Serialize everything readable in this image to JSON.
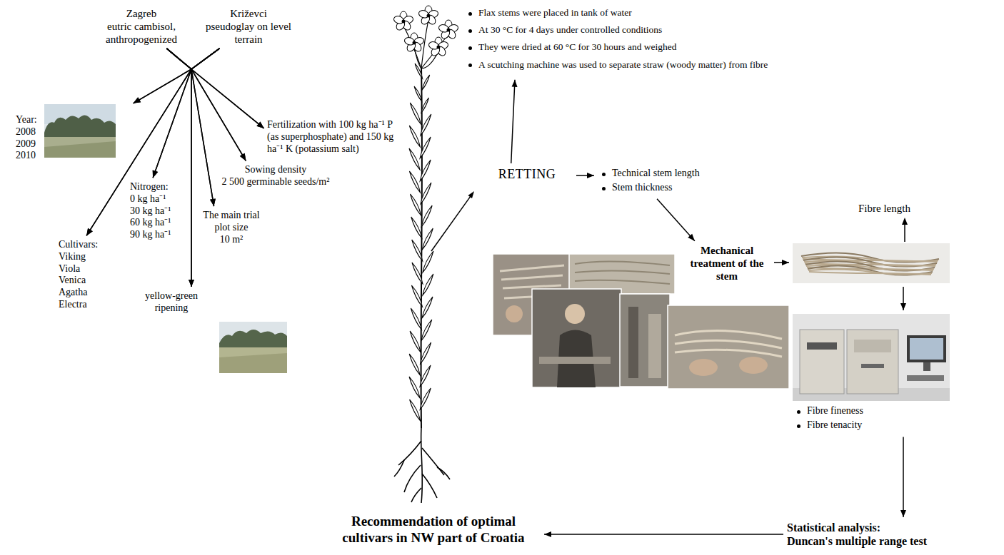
{
  "diagram": {
    "nodes": [
      {
        "text": [
          "Zagreb",
          "eutric cambisol, anthropogenized"
        ]
      },
      {
        "text": [
          "Križevci",
          "pseudoglay on level terrain"
        ]
      },
      {
        "text": [
          "Year:",
          "2008 2009 2010"
        ]
      },
      {
        "text": [
          "Cultivars:",
          "Viking Viola Venica Agatha Electra"
        ]
      },
      {
        "text": [
          "Nitrogen:",
          "0 kg ha⁻¹ 30 kg ha⁻¹ 60 kg ha⁻¹ 90 kg ha⁻¹"
        ]
      },
      {
        "text": [
          "yellow-green ripening"
        ]
      },
      {
        "text": [
          "The main trial plot size",
          "10 m²"
        ]
      },
      {
        "text": [
          "Sowing density",
          "2 500 germinable seeds/m²"
        ]
      },
      {
        "text": [
          "Fertilization with 100 kg ha⁻¹ P (as superphosphate) and 150 kg ha⁻¹ K (potassium salt)"
        ]
      },
      {
        "text": [
          "RETTING"
        ]
      },
      {
        "text": [
          "Flax stems were placed in tank of water",
          "At 30 °C for 4 days under controlled conditions",
          "They were dried at 60 °C for 30 hours and weighed",
          "A scutching machine was used to separate straw (woody matter) from fibre"
        ]
      },
      {
        "text": [
          "Technical stem length",
          "Stem thickness"
        ]
      },
      {
        "text": [
          "Mechanical treatment of the stem"
        ]
      },
      {
        "text": [
          "Fibre length"
        ]
      },
      {
        "text": [
          "Fibre fineness",
          "Fibre tenacity"
        ]
      },
      {
        "text": [
          "Statistical analysis:",
          "Duncan's multiple range test"
        ]
      },
      {
        "text": [
          "Recommendation of optimal cultivars in NW part of Croatia"
        ]
      }
    ],
    "edges": [
      {
        "from": 0,
        "to": 2,
        "arrow": "to"
      },
      {
        "from": 1,
        "to": 2,
        "arrow": "to"
      },
      {
        "from": 0,
        "to": 3,
        "arrow": "to"
      },
      {
        "from": 1,
        "to": 3,
        "arrow": "to"
      },
      {
        "from": 0,
        "to": 4,
        "arrow": "to"
      },
      {
        "from": 1,
        "to": 4,
        "arrow": "to"
      },
      {
        "from": 0,
        "to": 5,
        "arrow": "to"
      },
      {
        "from": 1,
        "to": 5,
        "arrow": "to"
      },
      {
        "from": 0,
        "to": 6,
        "arrow": "to"
      },
      {
        "from": 1,
        "to": 6,
        "arrow": "to"
      },
      {
        "from": 0,
        "to": 7,
        "arrow": "to"
      },
      {
        "from": 1,
        "to": 7,
        "arrow": "to"
      },
      {
        "from": 0,
        "to": 8,
        "arrow": "to"
      },
      {
        "from": 1,
        "to": 8,
        "arrow": "to"
      },
      {
        "from": 9,
        "to": 10,
        "arrow": "to"
      },
      {
        "from": 9,
        "to": 11,
        "arrow": "to"
      },
      {
        "from": 11,
        "to": 12,
        "arrow": "to"
      },
      {
        "from": 12,
        "to": 13,
        "arrow": "to"
      },
      {
        "from": 13,
        "to": 14,
        "arrow": "to"
      },
      {
        "from": 14,
        "to": 15,
        "arrow": "to"
      },
      {
        "from": 15,
        "to": 16,
        "arrow": "to"
      }
    ]
  }
}
